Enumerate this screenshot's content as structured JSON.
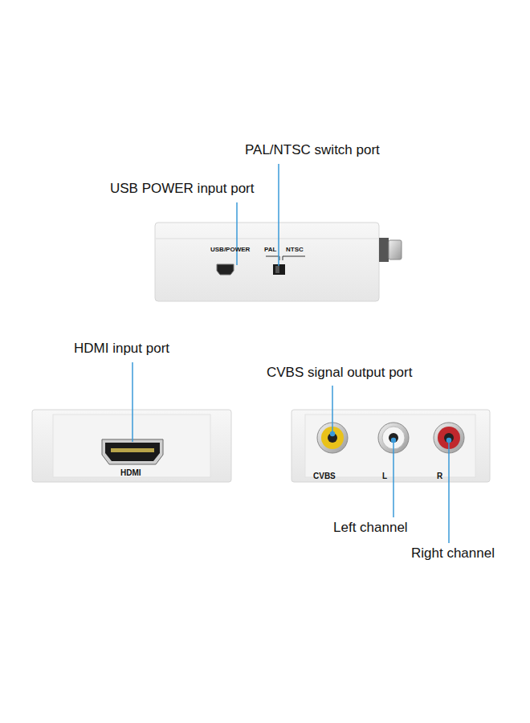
{
  "diagram": {
    "labels": [
      "PAL/NTSC switch port",
      "USB POWER input port",
      "USB/POWER",
      "PAL",
      "NTSC",
      "HDMI input port",
      "HDMI",
      "CVBS signal output port",
      "CVBS",
      "L",
      "R",
      "Left channel",
      "Right channel"
    ]
  }
}
